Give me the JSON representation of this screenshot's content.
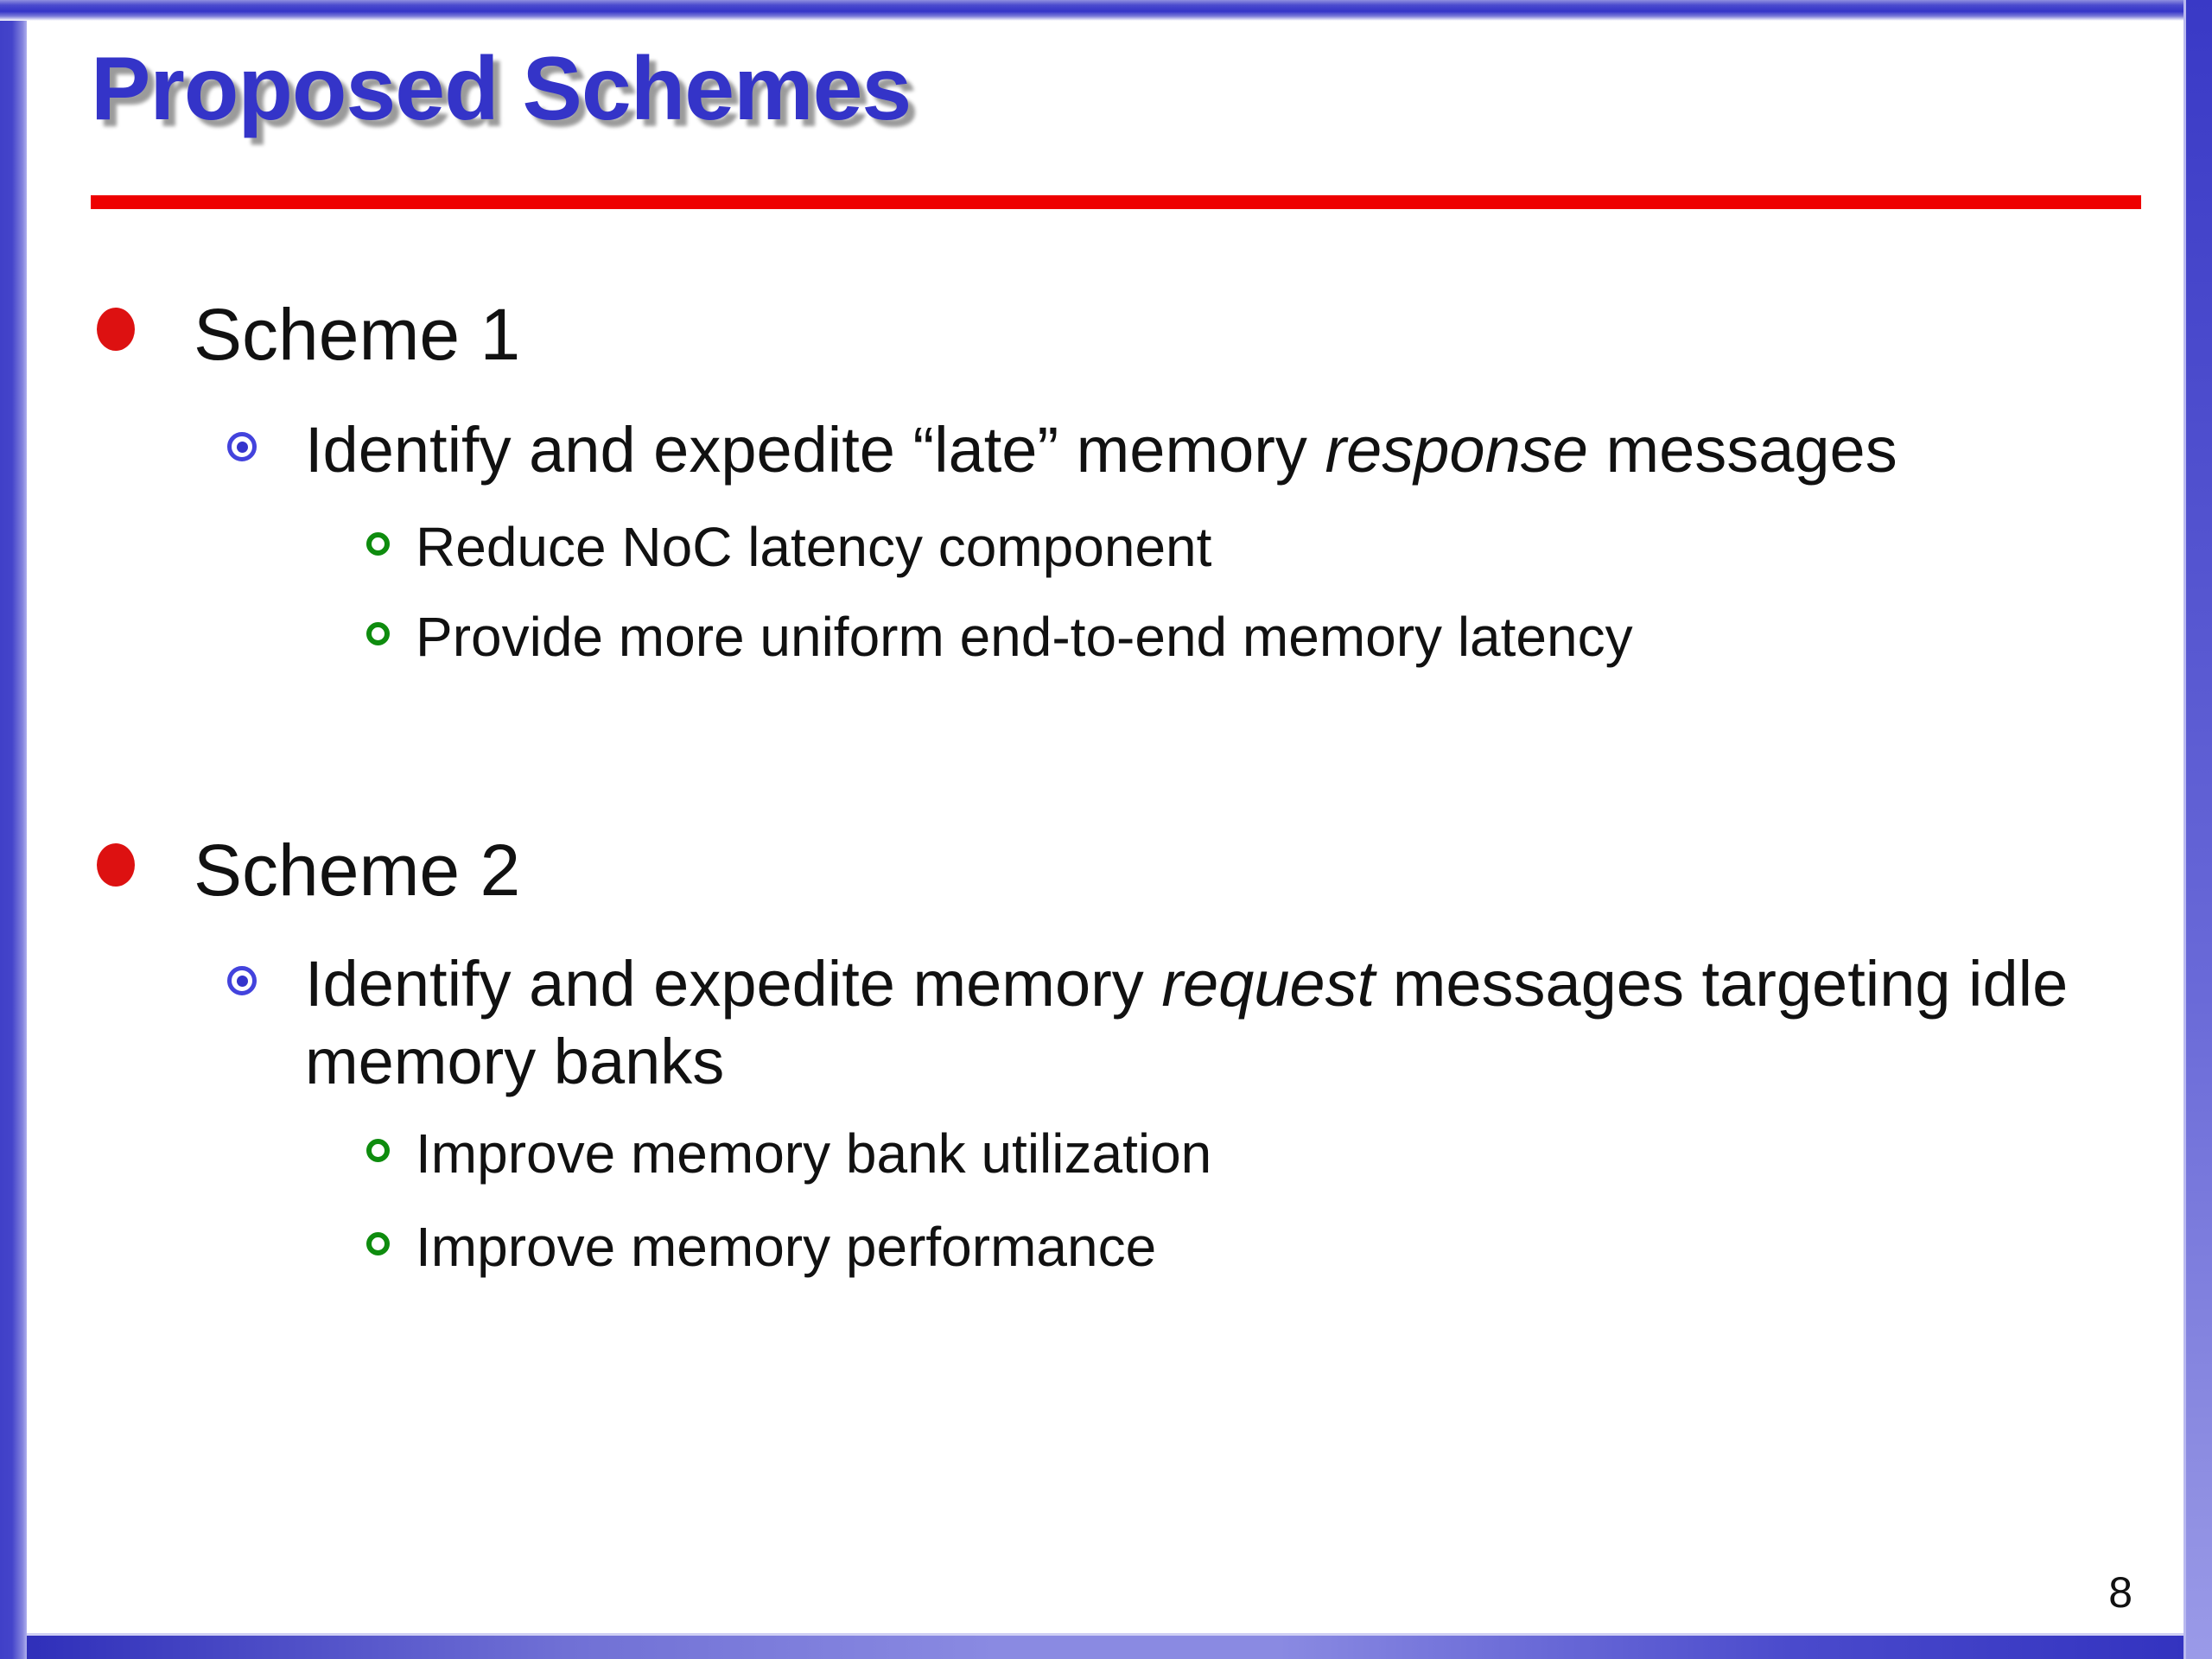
{
  "title": "Proposed Schemes",
  "page_number": "8",
  "colors": {
    "title_blue": "#3434c8",
    "underline_red": "#ee0000",
    "level1_bullet_red": "#dd1111",
    "level2_bullet_blue": "#4343dd",
    "level3_bullet_green": "#0e8c0e",
    "frame_blue_dark": "#3434c8",
    "frame_blue_light": "#9a9ae8",
    "body_text": "#111111"
  },
  "scheme1": {
    "heading": "Scheme 1",
    "point": {
      "pre": "Identify and expedite “late” memory ",
      "emphasis": "response",
      "post": " messages"
    },
    "subpoints": [
      "Reduce NoC latency component",
      "Provide more uniform end-to-end memory latency"
    ]
  },
  "scheme2": {
    "heading": "Scheme 2",
    "point": {
      "pre": "Identify and expedite memory ",
      "emphasis": "request",
      "post": " messages targeting idle",
      "line2": "memory banks"
    },
    "subpoints": [
      "Improve memory bank utilization",
      "Improve memory performance"
    ]
  }
}
